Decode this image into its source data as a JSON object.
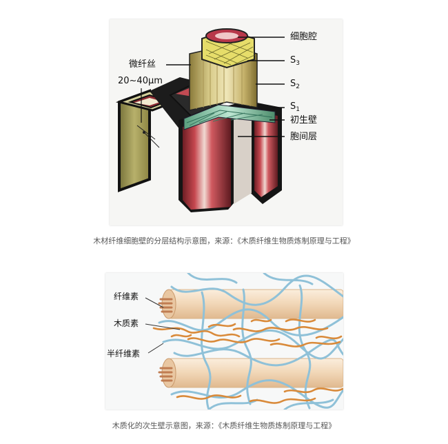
{
  "figure1": {
    "labels": {
      "lumen": "细胞腔",
      "s3_letter": "S",
      "s3_sub": "3",
      "s2_letter": "S",
      "s2_sub": "2",
      "s1_letter": "S",
      "s1_sub": "1",
      "primary_wall": "初生壁",
      "middle_lamella": "胞间层",
      "microfibril": "微纤丝",
      "size": "20~40μm"
    },
    "caption": "木材纤维细胞壁的分层结构示意图，来源：《木质纤维生物质炼制原理与工程》"
  },
  "figure2": {
    "labels": {
      "cellulose": "纤维素",
      "lignin": "木质素",
      "hemicellulose": "半纤维素"
    },
    "caption": "木质化的次生壁示意图，来源：《木质纤维生物质炼制原理与工程》"
  },
  "colors": {
    "cellulose_fill": "#f3dcc0",
    "hemicellulose": "#8fc1d8",
    "lignin": "#d98a3a",
    "s3_yellow": "#e8e27a",
    "primary_wall_green": "#7bc6a8",
    "cell_red": "#c0474f"
  }
}
